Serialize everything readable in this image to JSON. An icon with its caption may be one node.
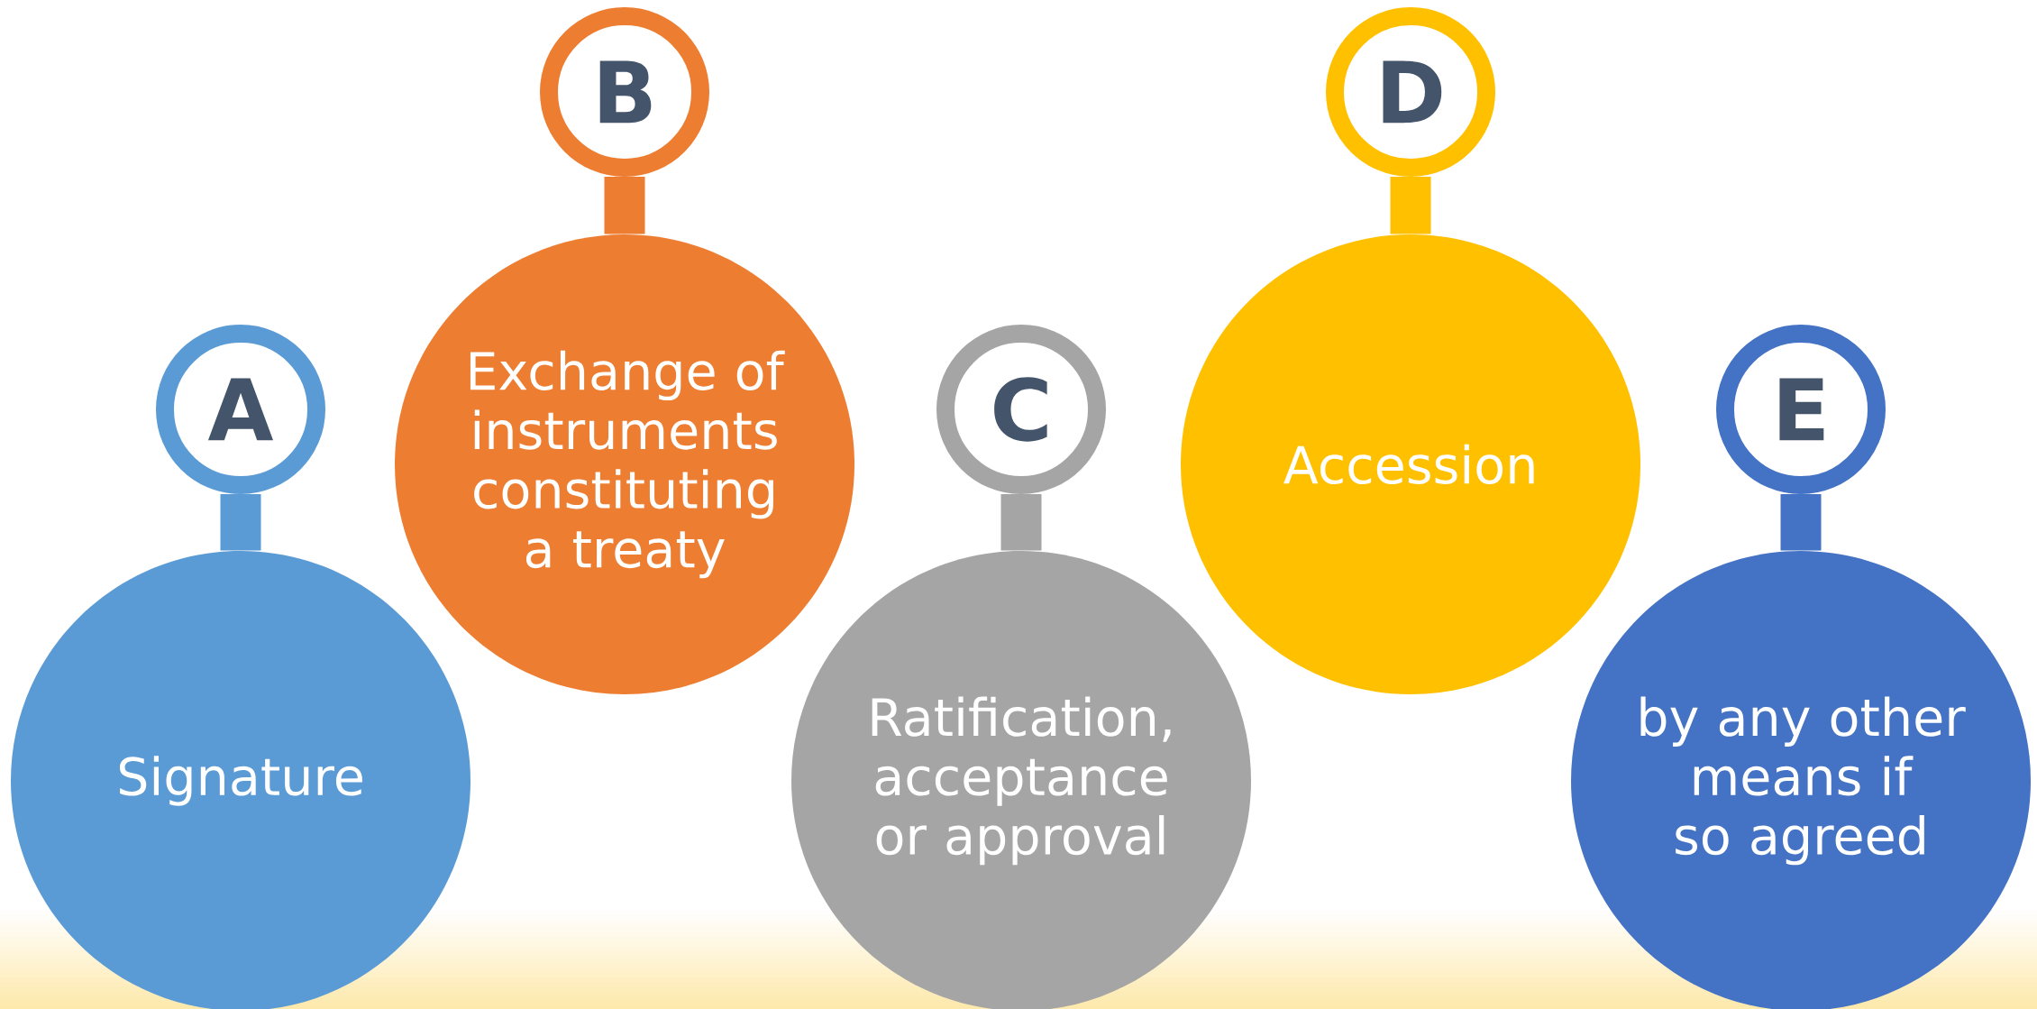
{
  "diagram": {
    "nodes": [
      {
        "text": [
          "A"
        ]
      },
      {
        "text": [
          "Signature"
        ]
      },
      {
        "text": [
          "B"
        ]
      },
      {
        "text": [
          "Exchange of instruments constituting a treaty"
        ]
      },
      {
        "text": [
          "C"
        ]
      },
      {
        "text": [
          "Ratification, acceptance or approval"
        ]
      },
      {
        "text": [
          "D"
        ]
      },
      {
        "text": [
          "Accession"
        ]
      },
      {
        "text": [
          "E"
        ]
      },
      {
        "text": [
          "by any other means if so agreed"
        ]
      }
    ],
    "edges": [
      {
        "from": 0,
        "to": 1,
        "arrow": "none",
        "color": "#5b9bd5"
      },
      {
        "from": 2,
        "to": 3,
        "arrow": "none",
        "color": "#ed7d31"
      },
      {
        "from": 4,
        "to": 5,
        "arrow": "none",
        "color": "#a5a5a5"
      },
      {
        "from": 6,
        "to": 7,
        "arrow": "none",
        "color": "#ffc000"
      },
      {
        "from": 8,
        "to": 9,
        "arrow": "none",
        "color": "#4472c4"
      }
    ]
  }
}
